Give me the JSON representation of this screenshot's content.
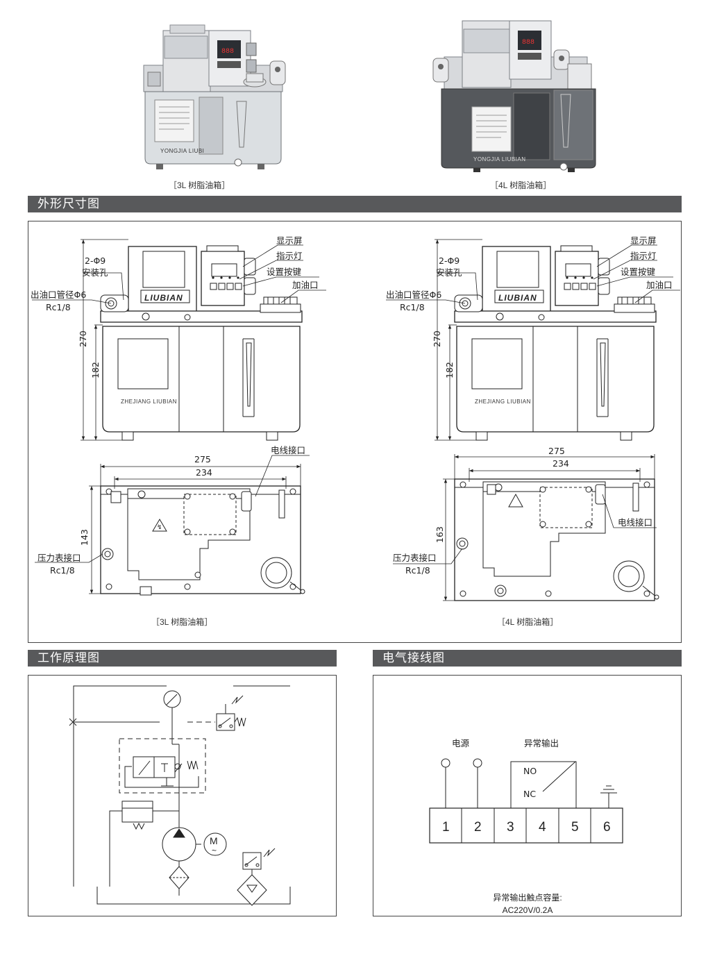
{
  "products": [
    {
      "caption": "［3L 树脂油箱］",
      "brand_text": "YONGJIA LIUBI"
    },
    {
      "caption": "［4L 树脂油箱］",
      "brand_text": "YONGJIA LIUBIAN"
    }
  ],
  "sections": {
    "dimensions": "外形尺寸图",
    "principle": "工作原理图",
    "wiring": "电气接线图"
  },
  "drawings": [
    {
      "caption": "［3L 树脂油箱］",
      "labels": {
        "display": "显示屏",
        "indicator": "指示灯",
        "buttons": "设置按键",
        "fill": "加油口",
        "holes_1": "2-Φ9",
        "holes_2": "安装孔",
        "outlet": "出油口管径Φ6",
        "outlet_thread": "Rc1/8",
        "power": "电线接口",
        "gauge": "压力表接口",
        "gauge_thread": "Rc1/8",
        "logo": "LIUBIAN",
        "brand": "ZHEJIANG LIUBIAN"
      },
      "dims": {
        "total_h": "270",
        "tank_h": "182",
        "width": "275",
        "inner": "234",
        "depth": "143"
      }
    },
    {
      "caption": "［4L 树脂油箱］",
      "labels": {
        "display": "显示屏",
        "indicator": "指示灯",
        "buttons": "设置按键",
        "fill": "加油口",
        "holes_1": "2-Φ9",
        "holes_2": "安装孔",
        "outlet": "出油口管径Φ6",
        "outlet_thread": "Rc1/8",
        "power": "电线接口",
        "gauge": "压力表接口",
        "gauge_thread": "Rc1/8",
        "logo": "LIUBIAN",
        "brand": "ZHEJIANG LIUBIAN"
      },
      "dims": {
        "total_h": "270",
        "tank_h": "182",
        "width": "275",
        "inner": "234",
        "depth": "163"
      }
    }
  ],
  "principle": {
    "motor_label": "M",
    "motor_ac": "~",
    "switch_label": "W"
  },
  "wiring": {
    "power_label": "电源",
    "alarm_label": "异常输出",
    "no": "NO",
    "nc": "NC",
    "terminals": [
      "1",
      "2",
      "3",
      "4",
      "5",
      "6"
    ],
    "note_title": "异常输出触点容量:",
    "note_value": "AC220V/0.2A"
  }
}
